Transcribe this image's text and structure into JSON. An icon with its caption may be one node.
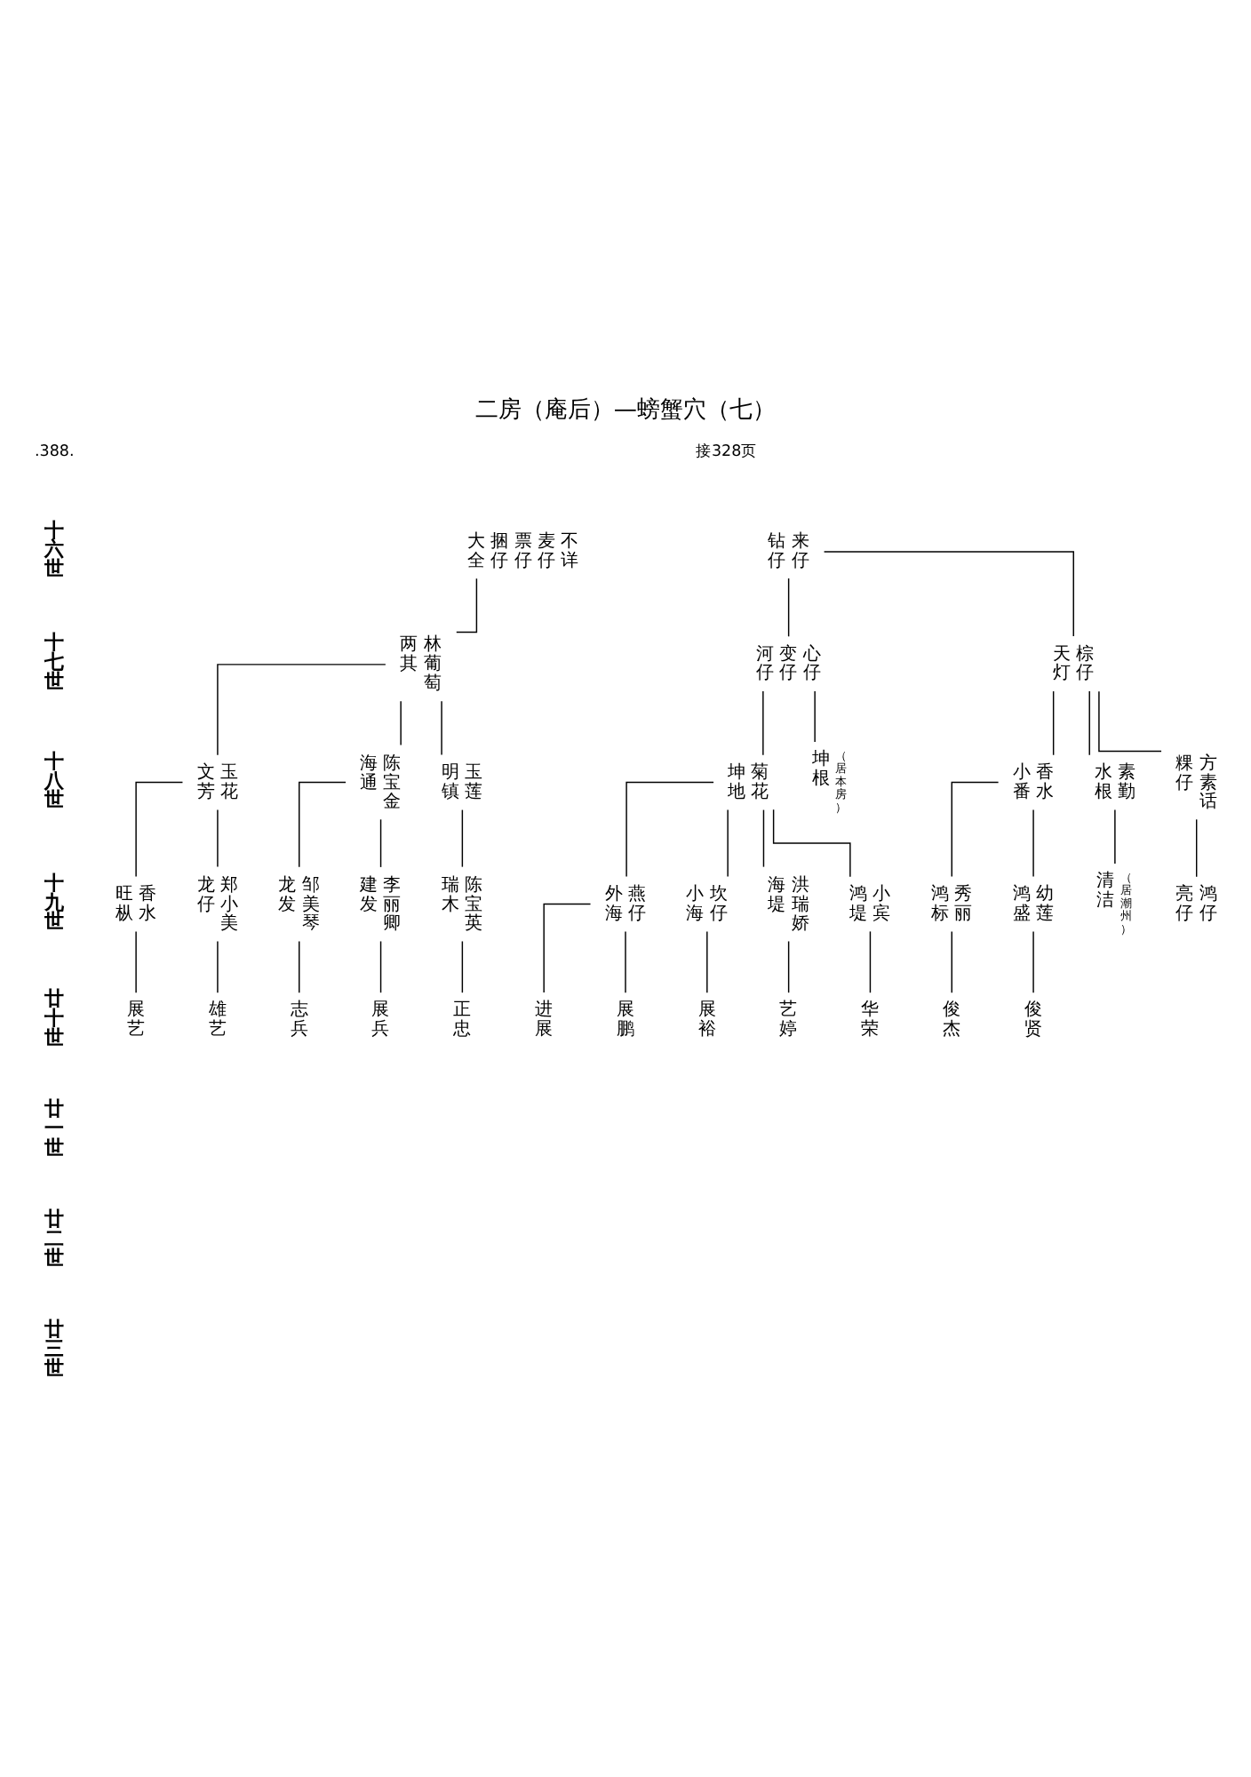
{
  "diagram": {
    "title": "二房（庵后）—螃蟹穴（七）",
    "nodes": [
      {
        "text": [
          "大全",
          "捆仔",
          "票仔",
          "麦仔",
          "不详"
        ]
      },
      {
        "text": [
          "钻仔",
          "来仔"
        ]
      },
      {
        "text": [
          "两其",
          "林葡萄"
        ]
      },
      {
        "text": [
          "河仔",
          "变仔",
          "心仔"
        ]
      },
      {
        "text": [
          "天灯",
          "棕仔"
        ]
      },
      {
        "text": [
          "文芳",
          "玉花"
        ]
      },
      {
        "text": [
          "海通",
          "陈宝金"
        ]
      },
      {
        "text": [
          "明镇",
          "玉莲"
        ]
      },
      {
        "text": [
          "坤地",
          "菊花"
        ]
      },
      {
        "text": [
          "坤根"
        ],
        "beside": [
          "（居本房）"
        ]
      },
      {
        "text": [
          "小番",
          "香水"
        ]
      },
      {
        "text": [
          "水根",
          "素勤"
        ]
      },
      {
        "text": [
          "粿仔",
          "方素话"
        ]
      },
      {
        "text": [
          "旺枞",
          "香水"
        ]
      },
      {
        "text": [
          "龙仔",
          "郑小美"
        ]
      },
      {
        "text": [
          "龙发",
          "邹美琴"
        ]
      },
      {
        "text": [
          "建发",
          "李丽卿"
        ]
      },
      {
        "text": [
          "瑞木",
          "陈宝英"
        ]
      },
      {
        "text": [
          "外海",
          "燕仔"
        ]
      },
      {
        "text": [
          "小海",
          "坎仔"
        ]
      },
      {
        "text": [
          "海堤",
          "洪瑞娇"
        ]
      },
      {
        "text": [
          "鸿堤",
          "小宾"
        ]
      },
      {
        "text": [
          "鸿标",
          "秀丽"
        ]
      },
      {
        "text": [
          "鸿盛",
          "幼莲"
        ]
      },
      {
        "text": [
          "清洁"
        ],
        "beside": [
          "（居潮州）"
        ]
      },
      {
        "text": [
          "亮仔",
          "鸿仔"
        ]
      },
      {
        "text": [
          "展艺"
        ]
      },
      {
        "text": [
          "雄艺"
        ]
      },
      {
        "text": [
          "志兵"
        ]
      },
      {
        "text": [
          "展兵"
        ]
      },
      {
        "text": [
          "正忠"
        ]
      },
      {
        "text": [
          "进展"
        ]
      },
      {
        "text": [
          "展鹏"
        ]
      },
      {
        "text": [
          "展裕"
        ]
      },
      {
        "text": [
          "艺婷"
        ]
      },
      {
        "text": [
          "华荣"
        ]
      },
      {
        "text": [
          "俊杰"
        ]
      },
      {
        "text": [
          "俊贤"
        ]
      }
    ],
    "edges": [
      {
        "from": 0,
        "to": 2,
        "arrow": "none"
      },
      {
        "from": 1,
        "to": 3,
        "arrow": "none"
      },
      {
        "from": 1,
        "to": 4,
        "arrow": "none"
      },
      {
        "from": 2,
        "to": 5,
        "arrow": "none"
      },
      {
        "from": 2,
        "to": 6,
        "arrow": "none"
      },
      {
        "from": 2,
        "to": 7,
        "arrow": "none"
      },
      {
        "from": 3,
        "to": 8,
        "arrow": "none"
      },
      {
        "from": 3,
        "to": 9,
        "arrow": "none"
      },
      {
        "from": 4,
        "to": 10,
        "arrow": "none"
      },
      {
        "from": 4,
        "to": 11,
        "arrow": "none"
      },
      {
        "from": 4,
        "to": 12,
        "arrow": "none"
      },
      {
        "from": 5,
        "to": 13,
        "arrow": "none"
      },
      {
        "from": 5,
        "to": 14,
        "arrow": "none"
      },
      {
        "from": 6,
        "to": 15,
        "arrow": "none"
      },
      {
        "from": 6,
        "to": 16,
        "arrow": "none"
      },
      {
        "from": 7,
        "to": 17,
        "arrow": "none"
      },
      {
        "from": 8,
        "to": 18,
        "arrow": "none"
      },
      {
        "from": 8,
        "to": 19,
        "arrow": "none"
      },
      {
        "from": 8,
        "to": 20,
        "arrow": "none"
      },
      {
        "from": 8,
        "to": 21,
        "arrow": "none"
      },
      {
        "from": 10,
        "to": 22,
        "arrow": "none"
      },
      {
        "from": 10,
        "to": 23,
        "arrow": "none"
      },
      {
        "from": 11,
        "to": 24,
        "arrow": "none"
      },
      {
        "from": 12,
        "to": 25,
        "arrow": "none"
      },
      {
        "from": 13,
        "to": 26,
        "arrow": "none"
      },
      {
        "from": 14,
        "to": 27,
        "arrow": "none"
      },
      {
        "from": 15,
        "to": 28,
        "arrow": "none"
      },
      {
        "from": 16,
        "to": 29,
        "arrow": "none"
      },
      {
        "from": 17,
        "to": 30,
        "arrow": "none"
      },
      {
        "from": 18,
        "to": 31,
        "arrow": "none"
      },
      {
        "from": 18,
        "to": 32,
        "arrow": "none"
      },
      {
        "from": 19,
        "to": 33,
        "arrow": "none"
      },
      {
        "from": 20,
        "to": 34,
        "arrow": "none"
      },
      {
        "from": 21,
        "to": 35,
        "arrow": "none"
      },
      {
        "from": 22,
        "to": 36,
        "arrow": "none"
      },
      {
        "from": 23,
        "to": 37,
        "arrow": "none"
      }
    ],
    "labels": [
      ".388.",
      "接328页",
      "十六世",
      "十七世",
      "十八世",
      "十九世",
      "廿十世",
      "廿一世",
      "廿二世",
      "廿三世"
    ]
  }
}
